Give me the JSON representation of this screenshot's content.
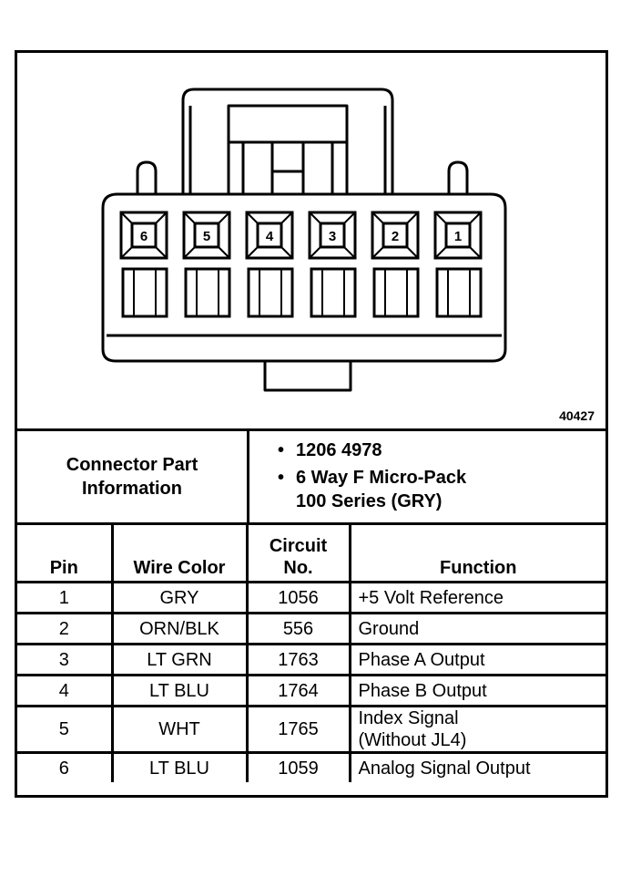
{
  "figure_number": "40427",
  "pin_labels": [
    "6",
    "5",
    "4",
    "3",
    "2",
    "1"
  ],
  "connector_info": {
    "label_line1": "Connector Part",
    "label_line2": "Information",
    "items": [
      {
        "bullet": "•",
        "lines": [
          "1206 4978"
        ]
      },
      {
        "bullet": "•",
        "lines": [
          "6 Way F Micro-Pack",
          "100 Series (GRY)"
        ]
      }
    ]
  },
  "table": {
    "headers": {
      "pin": "Pin",
      "wire_color": "Wire Color",
      "circuit_line1": "Circuit",
      "circuit_line2": "No.",
      "function": "Function"
    },
    "rows": [
      {
        "pin": "1",
        "color": "GRY",
        "circuit": "1056",
        "function_line1": "+5 Volt Reference",
        "function_line2": ""
      },
      {
        "pin": "2",
        "color": "ORN/BLK",
        "circuit": "556",
        "function_line1": "Ground",
        "function_line2": ""
      },
      {
        "pin": "3",
        "color": "LT GRN",
        "circuit": "1763",
        "function_line1": "Phase A Output",
        "function_line2": ""
      },
      {
        "pin": "4",
        "color": "LT BLU",
        "circuit": "1764",
        "function_line1": "Phase B Output",
        "function_line2": ""
      },
      {
        "pin": "5",
        "color": "WHT",
        "circuit": "1765",
        "function_line1": "Index Signal",
        "function_line2": "(Without JL4)"
      },
      {
        "pin": "6",
        "color": "LT BLU",
        "circuit": "1059",
        "function_line1": "Analog Signal Output",
        "function_line2": ""
      }
    ]
  }
}
